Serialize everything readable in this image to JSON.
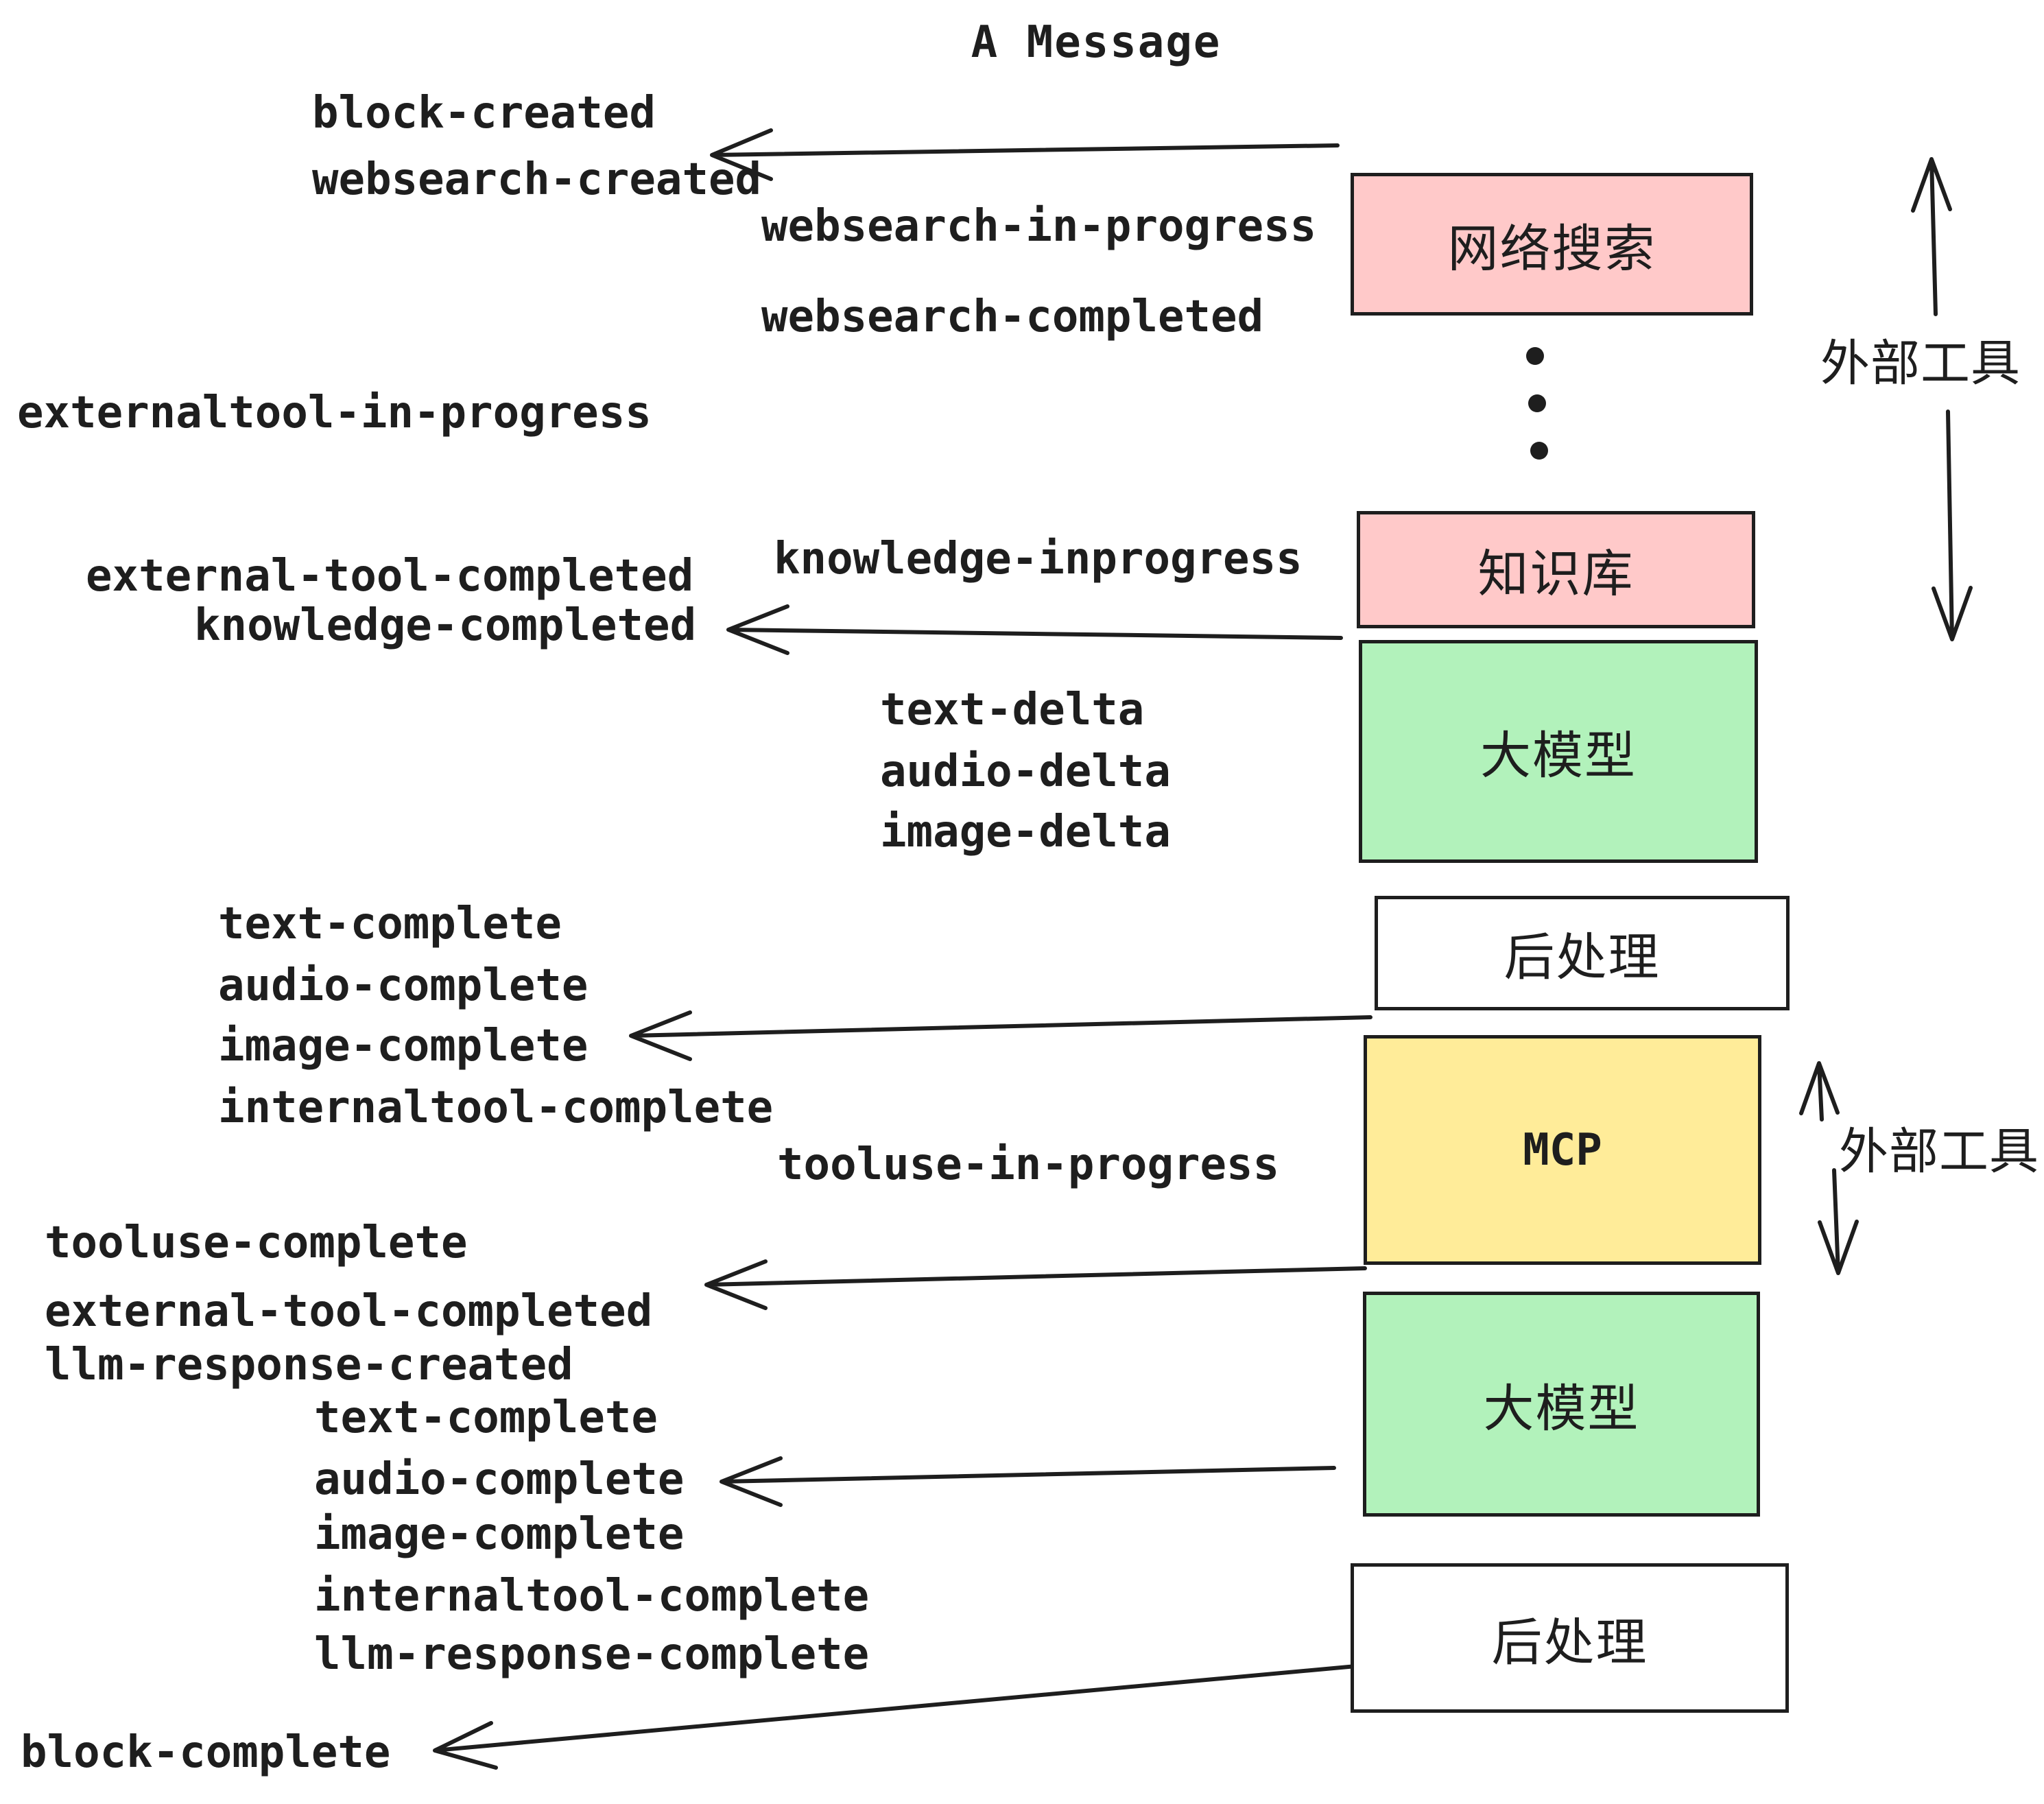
{
  "title": "A Message",
  "colors": {
    "box_pink": "#ffc9c9",
    "box_green": "#b2f2bb",
    "box_yellow": "#ffec99",
    "box_white": "#ffffff",
    "stroke": "#1e1e1e",
    "text": "#1e1e1e",
    "background": "#ffffff"
  },
  "boxes": [
    {
      "id": "websearch",
      "label": "网络搜索",
      "color": "#ffc9c9"
    },
    {
      "id": "knowledge",
      "label": "知识库",
      "color": "#ffc9c9"
    },
    {
      "id": "llm-1",
      "label": "大模型",
      "color": "#b2f2bb"
    },
    {
      "id": "postprocess-1",
      "label": "后处理",
      "color": "#ffffff"
    },
    {
      "id": "mcp",
      "label": "MCP",
      "color": "#ffec99"
    },
    {
      "id": "llm-2",
      "label": "大模型",
      "color": "#b2f2bb"
    },
    {
      "id": "postprocess-2",
      "label": "后处理",
      "color": "#ffffff"
    }
  ],
  "side_labels": [
    {
      "label": "外部工具"
    },
    {
      "label": "外部工具"
    }
  ],
  "events": [
    {
      "label": "block-created"
    },
    {
      "label": "websearch-created"
    },
    {
      "label": "websearch-in-progress"
    },
    {
      "label": "websearch-completed"
    },
    {
      "label": "externaltool-in-progress"
    },
    {
      "label": "knowledge-inprogress"
    },
    {
      "label": "external-tool-completed"
    },
    {
      "label": "knowledge-completed"
    },
    {
      "label": "text-delta"
    },
    {
      "label": "audio-delta"
    },
    {
      "label": "image-delta"
    },
    {
      "label": "text-complete"
    },
    {
      "label": "audio-complete"
    },
    {
      "label": "image-complete"
    },
    {
      "label": "internaltool-complete"
    },
    {
      "label": "tooluse-in-progress"
    },
    {
      "label": "tooluse-complete"
    },
    {
      "label": "external-tool-completed"
    },
    {
      "label": "llm-response-created"
    },
    {
      "label": "text-complete"
    },
    {
      "label": "audio-complete"
    },
    {
      "label": "image-complete"
    },
    {
      "label": "internaltool-complete"
    },
    {
      "label": "llm-response-complete"
    },
    {
      "label": "block-complete"
    }
  ]
}
